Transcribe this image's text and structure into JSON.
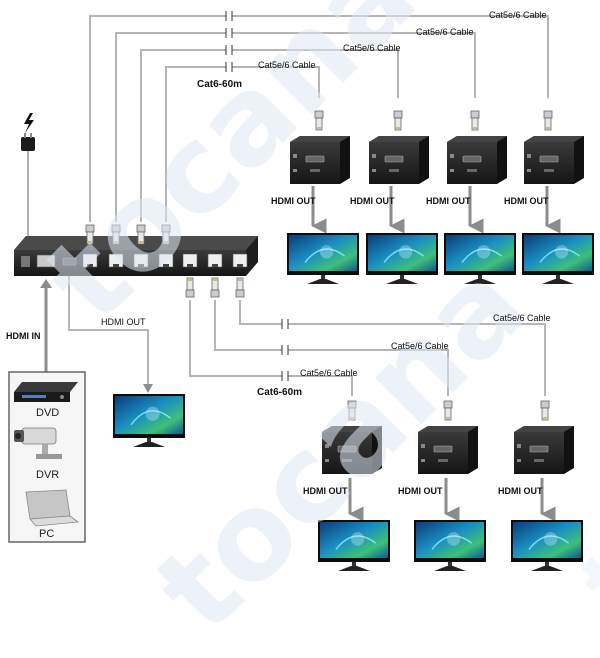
{
  "watermark_text": "tocana",
  "colors": {
    "cable": "#b5b5b5",
    "arrow": "#8c8c8c",
    "splitter_body": "#2a2a2a",
    "port_jack": "#efefef",
    "source_panel": "#f6f6f6",
    "screen_blue": "#1a8fc2",
    "screen_green": "#3fbf7a"
  },
  "labels": {
    "cable_top_long": "Cat5e/6 Cable",
    "cable_top_2": "Cat5e/6 Cable",
    "cable_top_3": "Cat5e/6 Cable",
    "cable_top_4": "Cat5e/6 Cable",
    "cat6_top": "Cat6-60m",
    "cable_bottom_long": "Cat5e/6 Cable",
    "cable_bottom_2": "Cat5e/6 Cable",
    "cable_bottom_3": "Cat5e/6 Cable",
    "cat6_bottom": "Cat6-60m",
    "hdmi_in": "HDMI IN",
    "hdmi_out_local": "HDMI OUT",
    "hdmi_out_top": [
      "HDMI OUT",
      "HDMI OUT",
      "HDMI OUT",
      "HDMI OUT"
    ],
    "hdmi_out_bottom": [
      "HDMI OUT",
      "HDMI OUT",
      "HDMI OUT"
    ]
  },
  "sources": [
    {
      "label": "DVD",
      "icon": "dvd-player-icon"
    },
    {
      "label": "DVR",
      "icon": "cctv-camera-icon"
    },
    {
      "label": "PC",
      "icon": "laptop-icon"
    }
  ],
  "icons": {
    "power_adapter": "power-adapter-icon",
    "lightning": "lightning-icon",
    "splitter": "hdmi-splitter-icon",
    "receiver": "hdmi-receiver-icon",
    "monitor": "monitor-icon"
  }
}
